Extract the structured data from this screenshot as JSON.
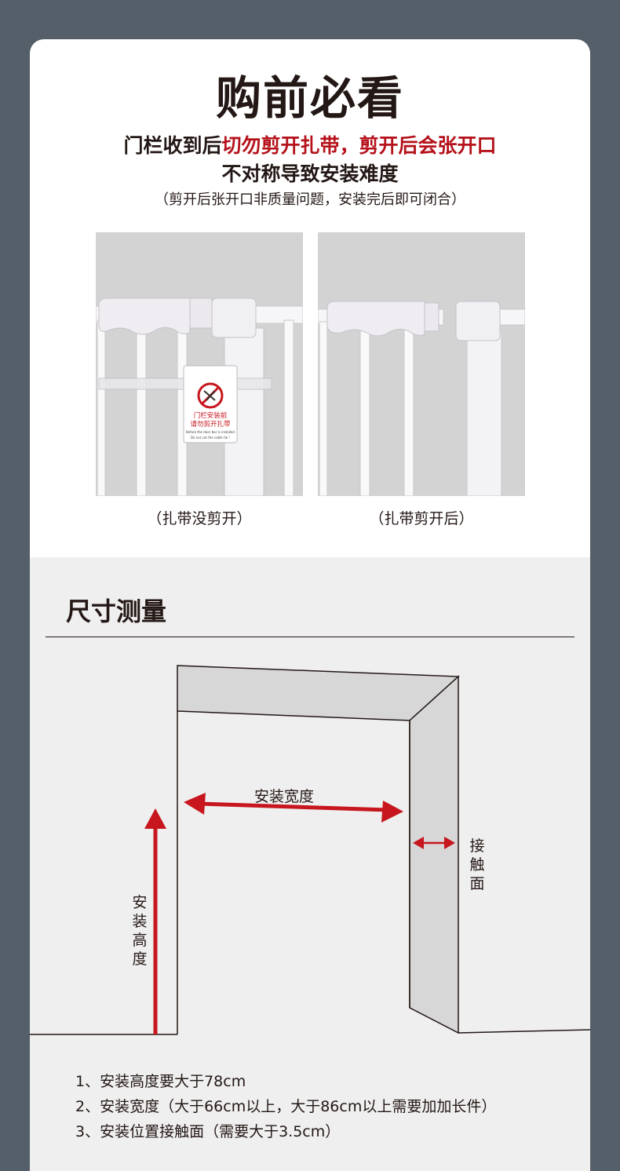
{
  "heading": "购前必看",
  "notice": {
    "prefix": "门栏收到后",
    "warning": "切勿剪开扎带，剪开后会张开口",
    "line2": "不对称导致安装难度",
    "line3": "（剪开后张开口非质量问题，安装完后即可闭合）"
  },
  "photos": [
    {
      "caption": "（扎带没剪开）",
      "tag_line1": "门栏安装前",
      "tag_line2": "请勿剪开扎带",
      "tag_en1": "Before the door bar is installed",
      "tag_en2": "Do not cut the cable tie !"
    },
    {
      "caption": "（扎带剪开后）"
    }
  ],
  "measure": {
    "title": "尺寸测量",
    "width_label": "安装宽度",
    "height_label": [
      "安",
      "装",
      "高",
      "度"
    ],
    "contact_label": [
      "接",
      "触",
      "面"
    ],
    "notes": [
      "1、安装高度要大于78cm",
      "2、安装宽度（大于66cm以上，大于86cm以上需要加加长件）",
      "3、安装位置接触面（需要大于3.5cm）"
    ]
  },
  "colors": {
    "background": "#555f69",
    "warning_red": "#b5121b",
    "arrow_red": "#c7161e",
    "wall_grey": "#d7d7d7"
  }
}
